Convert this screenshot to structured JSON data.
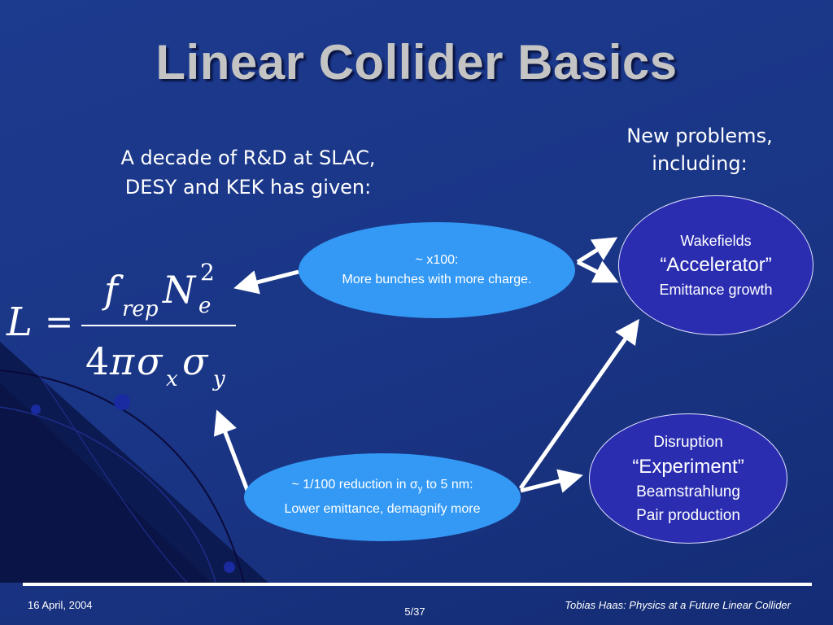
{
  "slide": {
    "title": "Linear Collider Basics",
    "intro_line1": "A decade of R&D at SLAC,",
    "intro_line2": "DESY and KEK has given:",
    "problems_line1": "New problems,",
    "problems_line2": "including:"
  },
  "formula": {
    "lhs": "L",
    "equals": "=",
    "numerator_f": "f",
    "numerator_f_sub": "rep",
    "numerator_N": "N",
    "numerator_N_sub": "e",
    "numerator_N_sup": "2",
    "denominator_4": "4",
    "denominator_pi": "π",
    "denominator_sigma": "σ",
    "denominator_sub_x": "x",
    "denominator_sub_y": "y"
  },
  "ellipses": {
    "top": {
      "line1": "~ x100:",
      "line2": "More bunches with more charge."
    },
    "bottom": {
      "line1_pre": "~ 1/100 reduction in σ",
      "line1_sub": "y",
      "line1_post": " to 5 nm:",
      "line2": "Lower emittance, demagnify more"
    },
    "accelerator": {
      "line1": "Wakefields",
      "line2": "“Accelerator”",
      "line3": "Emittance growth"
    },
    "experiment": {
      "line1": "Disruption",
      "line2": "“Experiment”",
      "line3": "Beamstrahlung",
      "line4": "Pair production"
    }
  },
  "footer": {
    "date": "16 April, 2004",
    "page": "5/37",
    "author": "Tobias Haas: Physics at a Future Linear Collider"
  },
  "colors": {
    "background": "#1a3585",
    "ellipse_light": "#3399f5",
    "ellipse_dark": "#2a2db0",
    "title": "#c4c4c4",
    "arrow": "#ffffff"
  }
}
